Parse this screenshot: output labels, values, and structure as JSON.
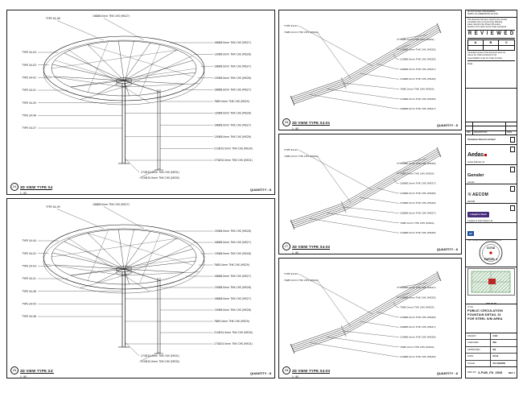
{
  "panels": {
    "a": {
      "ref": "24",
      "title": "3D VIEW TYPE S4",
      "scale": "1 : 50",
      "quantity": "QUANTITY : 8",
      "right": [
        "168Ø8.0mm THK CHS (MS27)",
        "139Ø8.0mm THK CHS (MS28)",
        "168Ø8.0mm THK CHS (MS27)",
        "139Ø8.0mm THK CHS (MS28)",
        "168Ø8.0mm THK CHS (MS27)",
        "76Ø5.0mm THK CHS (MS29)",
        "139Ø8.0mm THK CHS (MS28)",
        "168Ø8.0mm THK CHS (MS27)",
        "139Ø8.0mm THK CHS (MS28)",
        "219Ø10.0mm THK CHS (MS30)",
        "273Ø10.0mm THK CHS (MS31)"
      ],
      "left": [
        "TYPE S4-04",
        "TYPE S4-03",
        "TYPE S4-02",
        "TYPE S4-01",
        "TYPE S4-05",
        "TYPE S4-06",
        "TYPE S4-07"
      ],
      "top": [
        "TYPE S4-08",
        "168Ø8.0mm THK CHS (MS27)"
      ],
      "bottom": [
        "273Ø10.0mm THK CHS (MS31)",
        "219Ø10.0mm THK CHS (MS30)"
      ]
    },
    "b": {
      "ref": "25",
      "title": "3D VIEW TYPE S4'",
      "scale": "1 : 50",
      "quantity": "QUANTITY : 8",
      "right": [
        "139Ø8.0mm THK CHS (MS28)",
        "168Ø8.0mm THK CHS (MS27)",
        "139Ø8.0mm THK CHS (MS28)",
        "76Ø5.0mm THK CHS (MS29)",
        "168Ø8.0mm THK CHS (MS27)",
        "139Ø8.0mm THK CHS (MS28)",
        "168Ø8.0mm THK CHS (MS27)",
        "139Ø8.0mm THK CHS (MS28)",
        "76Ø5.0mm THK CHS (MS29)",
        "219Ø10.0mm THK CHS (MS30)",
        "273Ø10.0mm THK CHS (MS31)"
      ],
      "left": [
        "TYPE S4-04",
        "TYPE S4-02",
        "TYPE S4-03",
        "TYPE S4-01",
        "TYPE S4-06",
        "TYPE S4-05",
        "TYPE S4-08"
      ],
      "top": [
        "TYPE S4-09",
        "168Ø8.0mm THK CHS (MS27)"
      ],
      "bottom": [
        "273Ø10.0mm THK CHS (MS31)",
        "219Ø10.0mm THK CHS (MS30)"
      ]
    },
    "c": {
      "ref": "26",
      "title": "3D VIEW TYPE S4-01",
      "scale": "1 : 50",
      "quantity": "QUANTITY : 8",
      "right": [
        "76Ø5.0mm THK CHS (MS29)",
        "139Ø8.0mm THK CHS (MS28)",
        "139Ø8.0mm THK CHS (MS28)",
        "168Ø8.0mm THK CHS (MS27)",
        "139Ø8.0mm THK CHS (MS28)",
        "76Ø5.0mm THK CHS (MS29)",
        "139Ø8.0mm THK CHS (MS28)",
        "168Ø8.0mm THK CHS (MS27)"
      ],
      "top": [
        "TYPE S4-01",
        "76Ø5.0mm THK CHS (MS29)"
      ]
    },
    "d": {
      "ref": "27",
      "title": "3D VIEW TYPE S4-02",
      "scale": "1 : 50",
      "quantity": "QUANTITY : 8",
      "right": [
        "139Ø8.0mm THK CHS (MS28)",
        "76Ø5.0mm THK CHS (MS29)",
        "168Ø8.0mm THK CHS (MS27)",
        "139Ø8.0mm THK CHS (MS28)",
        "139Ø8.0mm THK CHS (MS28)",
        "168Ø8.0mm THK CHS (MS27)",
        "76Ø5.0mm THK CHS (MS29)",
        "139Ø8.0mm THK CHS (MS28)"
      ],
      "top": [
        "TYPE S4-02",
        "76Ø5.0mm THK CHS (MS29)"
      ]
    },
    "e": {
      "ref": "28",
      "title": "3D VIEW TYPE S4-03",
      "scale": "1 : 50",
      "quantity": "QUANTITY : 8",
      "right": [
        "168Ø8.0mm THK CHS (MS27)",
        "139Ø8.0mm THK CHS (MS28)",
        "76Ø5.0mm THK CHS (MS29)",
        "139Ø8.0mm THK CHS (MS28)",
        "168Ø8.0mm THK CHS (MS27)",
        "139Ø8.0mm THK CHS (MS28)",
        "76Ø5.0mm THK CHS (MS29)",
        "139Ø8.0mm THK CHS (MS28)"
      ],
      "top": [
        "TYPE S4-03",
        "76Ø5.0mm THK CHS (MS29)"
      ]
    }
  },
  "tb": {
    "topnote1": "DO NOT SCALE THIS DRAWING.",
    "topnote2": "VERIFY ALL DIMENSIONS ON SITE.",
    "rv_note1": [
      "This document has been noted by the relevant",
      "consultant only to comment the following",
      "status referral to the Project Procedure",
      "Section 5.4 for action by the Trade Contractor."
    ],
    "stamp": "R E V I E W E D",
    "abc": [
      "A",
      "B",
      "C"
    ],
    "rv_note2": [
      "Consultant review of this document does not",
      "relieve the Trade Contractor of his",
      "responsibilities under the Trade Contract."
    ],
    "date_label": "Date :",
    "rev_headers": [
      "REV",
      "DESCRIPTION",
      "DATE"
    ],
    "owner": "Venetian Orient Limited",
    "aedas_logo": "Aedas",
    "aedas_name": "Aedas (Macau) Ltd.",
    "gensler_logo": "Gensler",
    "gensler_name": "Gensler",
    "aecom_icon": "≋",
    "aecom_logo": "AECOM",
    "aecom_name": "AECOM",
    "langdon_logo": "Langdon Seah",
    "langdon_name": "Langdon & Seah Macau Ltd.",
    "hc_logo": "HC",
    "hc_name": "Hsin Chong Construction (Macau) Ltd.",
    "seal1": "COTAI",
    "seal2": "PARCEL 3",
    "keyplan_caption": "KEY PLAN",
    "title_label": "TITLE :",
    "title_lines": [
      "PUBLIC CIRCULATION",
      "FOUNTAIN DETAIL 31",
      "FOR STEEL S/M AREA"
    ],
    "fields": [
      [
        "DRAWN",
        "CAD"
      ],
      [
        "CHECKED",
        "WH"
      ],
      [
        "APPROVED",
        "SN"
      ],
      [
        "DATE",
        "07/13"
      ],
      [
        "SCALE",
        "AS SHOWN"
      ]
    ],
    "dwg_label": "DWG NO.",
    "dwg_no": "3-PUB_FD_0535",
    "rev_label": "REV",
    "rev": "1"
  },
  "colors": {
    "line_black": "#111111",
    "hatch_green": "#2e7d32",
    "langdon_purple": "#472b7a",
    "logo_blue": "#1b4e9b",
    "accent_red": "#c00000"
  }
}
